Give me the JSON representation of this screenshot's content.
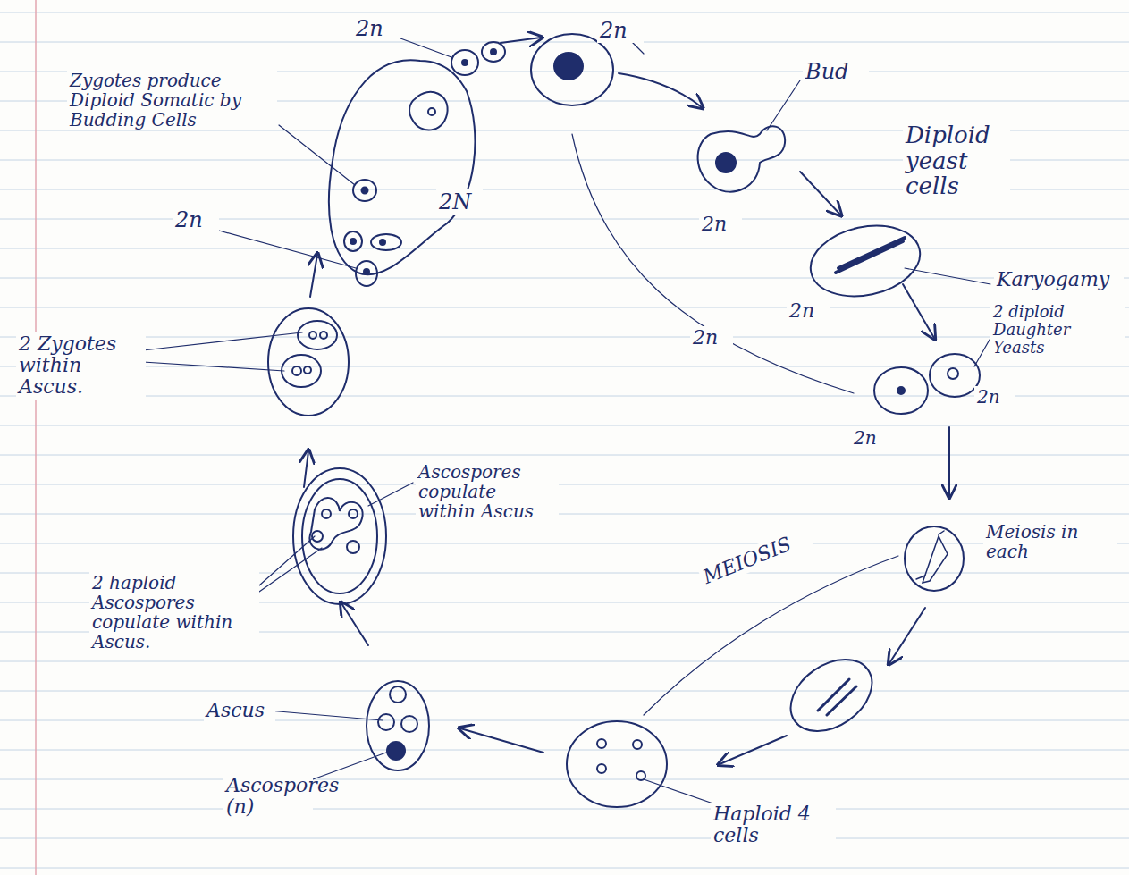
{
  "diagram": {
    "labels": [
      "2n",
      "2n",
      "Zygotes produce Diploid Somatic by Budding Cells",
      "2n",
      "2N",
      "Bud",
      "Diploid yeast cells",
      "2n",
      "Karyogamy",
      "2n",
      "2n",
      "2 diploid Daughter Yeasts",
      "2n",
      "2n",
      "Meiosis in each",
      "MEIOSIS",
      "Haploid 4 cells",
      "Ascospores (n)",
      "Ascus",
      "2 haploid Ascospores copulate within Ascus.",
      "Ascospores copulate within Ascus",
      "2 Zygotes within Ascus."
    ]
  }
}
